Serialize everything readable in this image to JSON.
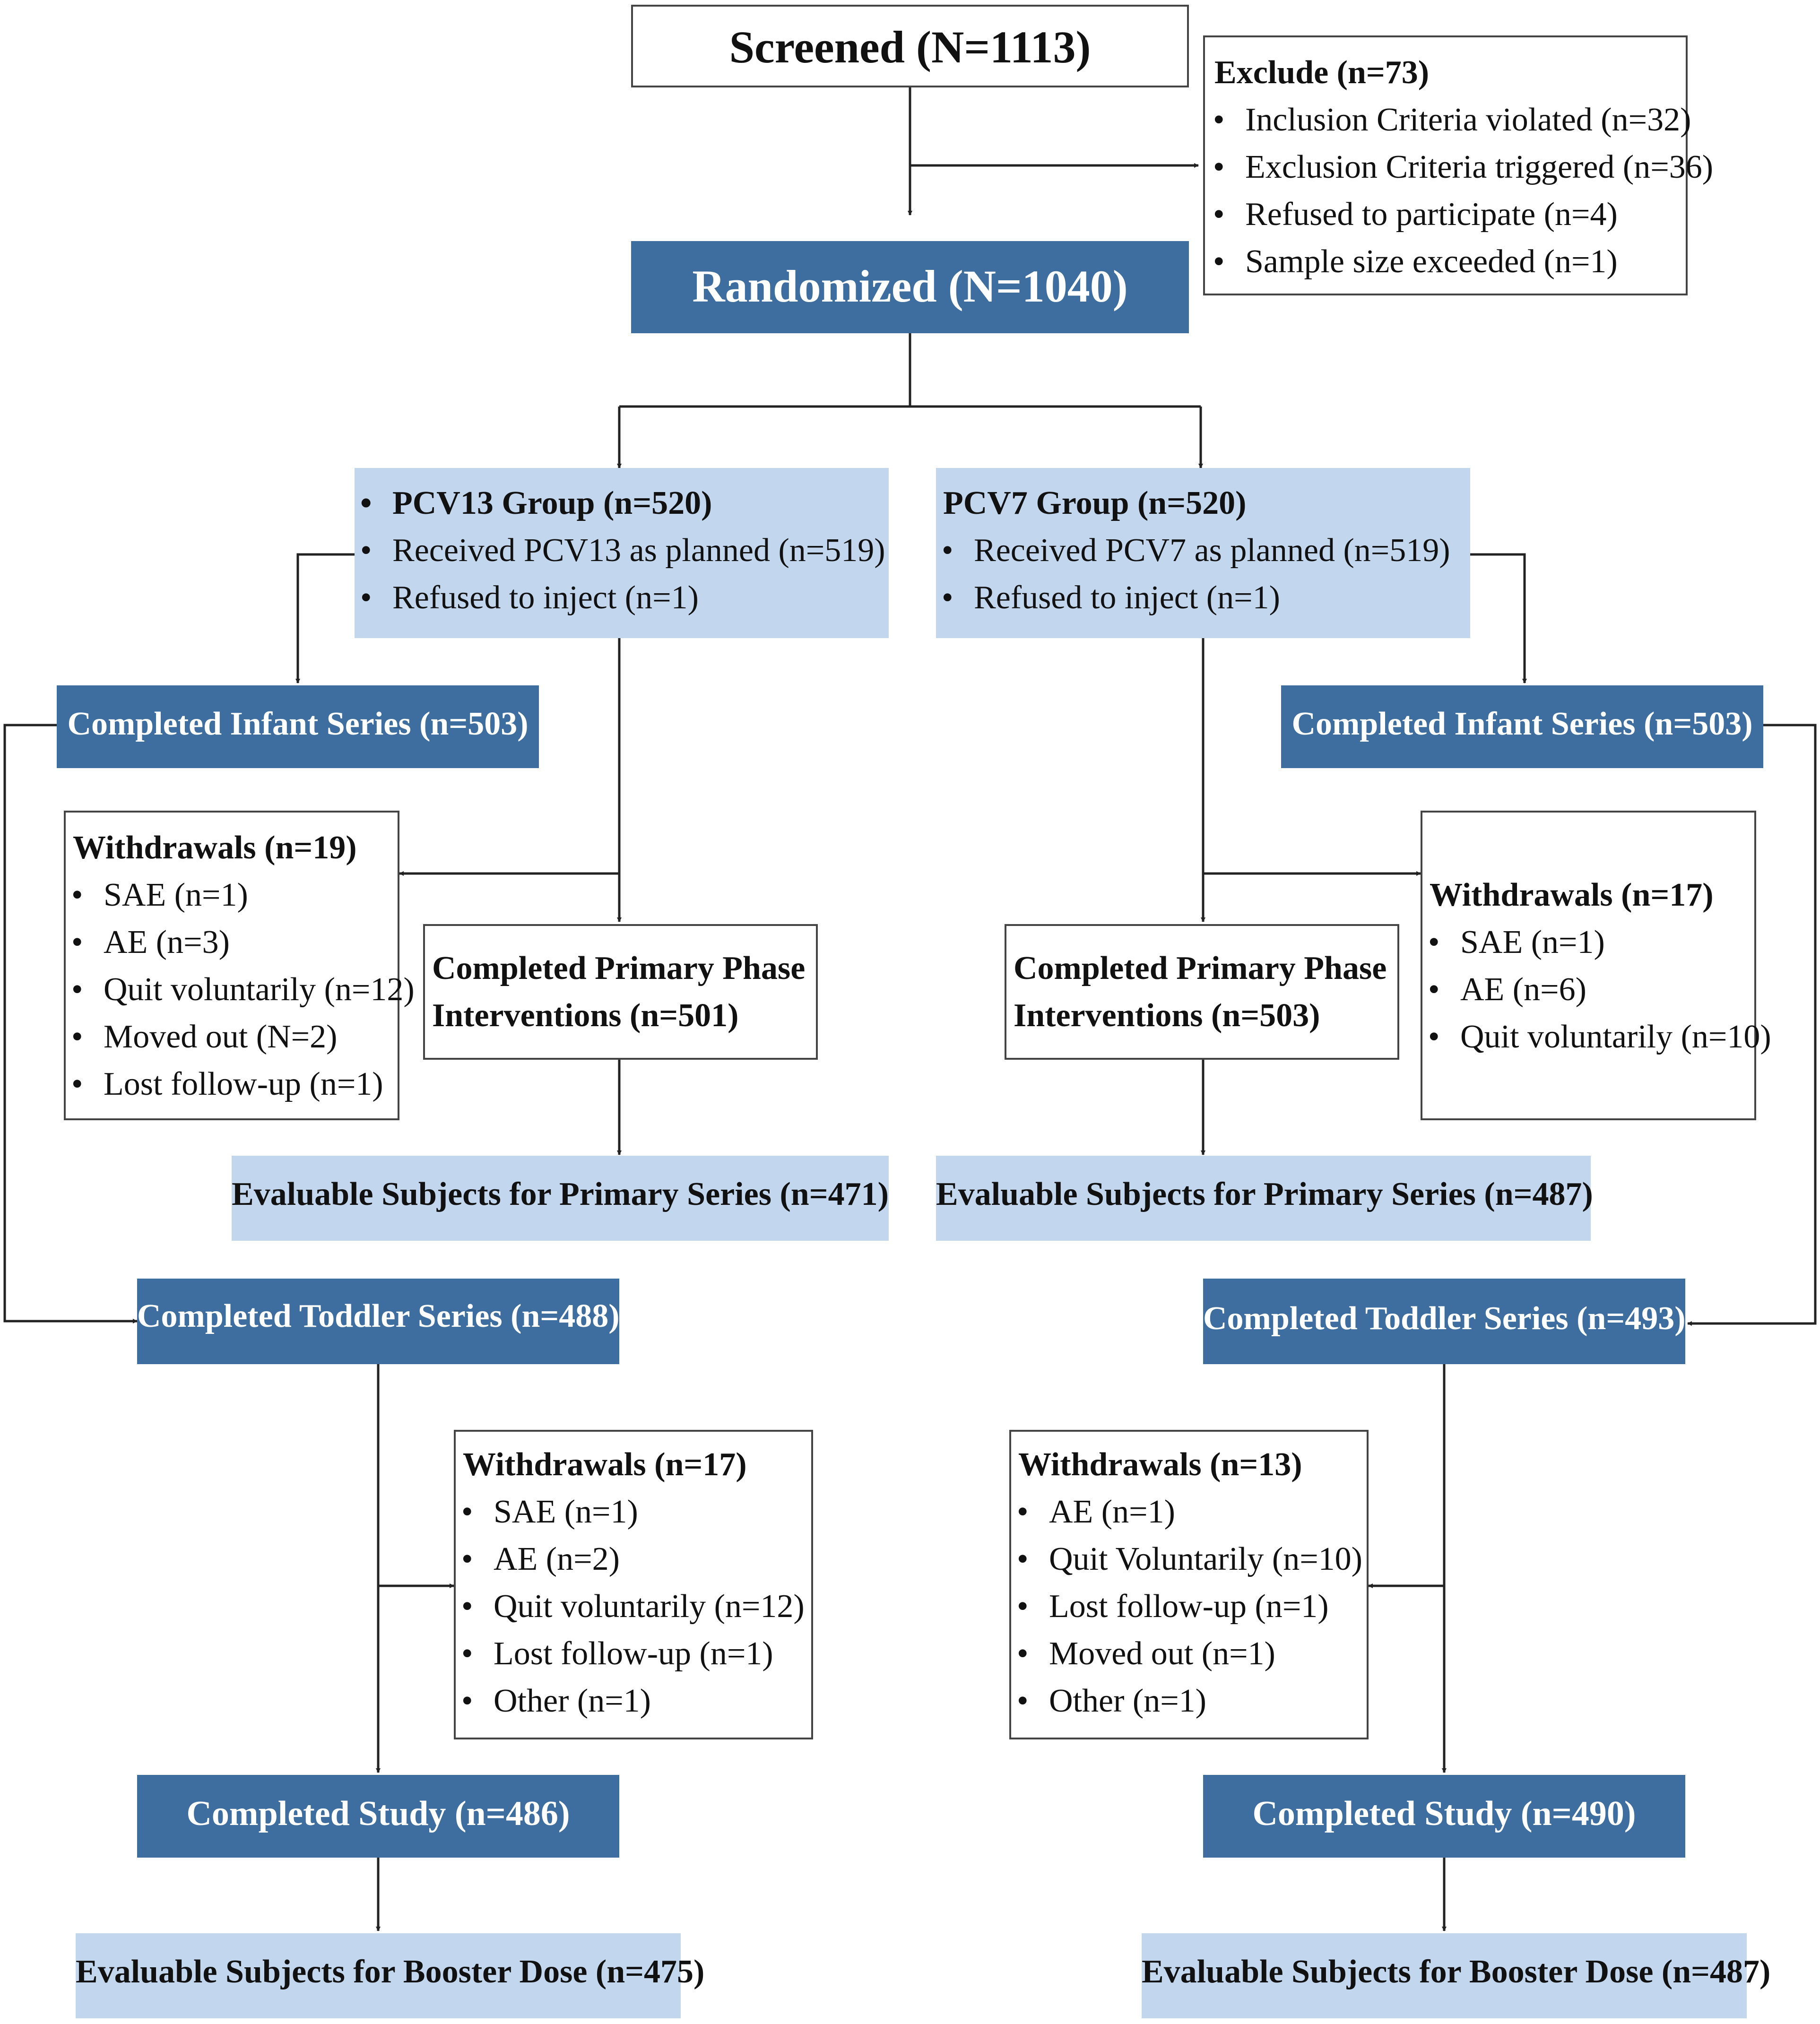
{
  "screened": "Screened (N=1113)",
  "randomized": "Randomized (N=1040)",
  "exclude": {
    "header": "Exclude (n=73)",
    "items": [
      "Inclusion Criteria violated (n=32)",
      "Exclusion Criteria triggered (n=36)",
      "Refused to participate (n=4)",
      "Sample size exceeded (n=1)"
    ]
  },
  "pcv13": {
    "group": {
      "header": "PCV13 Group (n=520)",
      "items": [
        "Received PCV13 as planned (n=519)",
        "Refused to inject  (n=1)"
      ]
    },
    "infant_series": "Completed Infant Series  (n=503)",
    "withdrawals_1": {
      "header": "Withdrawals (n=19)",
      "items": [
        "SAE (n=1)",
        "AE (n=3)",
        "Quit voluntarily (n=12)",
        "Moved out (N=2)",
        "Lost follow-up (n=1)"
      ]
    },
    "primary_phase": [
      "Completed Primary Phase",
      "Interventions (n=501)"
    ],
    "evaluable_primary": "Evaluable Subjects for Primary Series (n=471)",
    "toddler_series": "Completed Toddler Series  (n=488)",
    "withdrawals_2": {
      "header": "Withdrawals (n=17)",
      "items": [
        "SAE (n=1)",
        "AE (n=2)",
        "Quit voluntarily (n=12)",
        "Lost follow-up (n=1)",
        "Other (n=1)"
      ]
    },
    "completed_study": "Completed Study  (n=486)",
    "evaluable_booster": "Evaluable Subjects for Booster Dose (n=475)"
  },
  "pcv7": {
    "group": {
      "header": "PCV7 Group (n=520)",
      "items": [
        "Received PCV7 as planned (n=519)",
        "Refused to inject  (n=1)"
      ]
    },
    "infant_series": "Completed Infant Series  (n=503)",
    "withdrawals_1": {
      "header": "Withdrawals (n=17)",
      "items": [
        "SAE (n=1)",
        "AE (n=6)",
        "Quit voluntarily (n=10)"
      ]
    },
    "primary_phase": [
      "Completed Primary Phase",
      "Interventions (n=503)"
    ],
    "evaluable_primary": "Evaluable Subjects for Primary Series (n=487)",
    "toddler_series": "Completed Toddler Series  (n=493)",
    "withdrawals_2": {
      "header": "Withdrawals (n=13)",
      "items": [
        "AE (n=1)",
        "Quit Voluntarily (n=10)",
        "Lost follow-up (n=1)",
        "Moved out (n=1)",
        "Other (n=1)"
      ]
    },
    "completed_study": "Completed Study  (n=490)",
    "evaluable_booster": "Evaluable Subjects for Booster Dose (n=487)"
  },
  "colors": {
    "dark_box": "#3d6e9f",
    "light_box": "#c2d6ee",
    "line": "#222222"
  }
}
